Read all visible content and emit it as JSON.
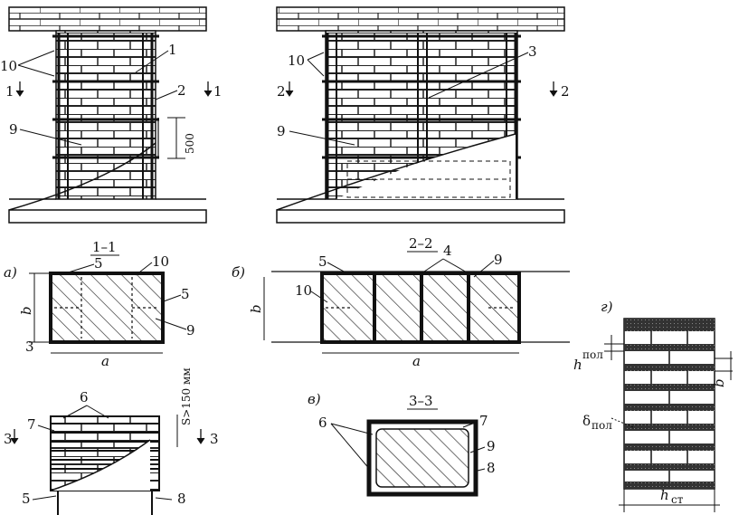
{
  "top_left": {
    "callouts": [
      "10",
      "1",
      "2",
      "9"
    ],
    "section_marks": [
      "1",
      "1"
    ],
    "dimension": "500"
  },
  "top_right": {
    "callouts": [
      "10",
      "3",
      "9"
    ],
    "section_marks": [
      "2",
      "2"
    ]
  },
  "section_a": {
    "letter": "а)",
    "title": "1–1",
    "callouts": [
      "5",
      "10",
      "5",
      "9",
      "3"
    ],
    "dim_b": "b",
    "dim_a": "a"
  },
  "section_b": {
    "letter": "б)",
    "title": "2–2",
    "callouts": [
      "5",
      "4",
      "9",
      "10"
    ],
    "dim_b": "b",
    "dim_a": "a"
  },
  "section_v_elevation": {
    "callouts": [
      "6",
      "7",
      "5",
      "8"
    ],
    "section_marks": [
      "3",
      "3"
    ],
    "dimension": "S>150 мм"
  },
  "section_v": {
    "letter": "в)",
    "title": "3–3",
    "callouts": [
      "6",
      "7",
      "9",
      "8"
    ]
  },
  "section_g": {
    "letter": "г)",
    "h_pol": "h",
    "h_pol_sub": "пол",
    "b_label": "b",
    "delta_pol": "δ",
    "delta_pol_sub": "пол",
    "h_st": "h",
    "h_st_sub": "ст"
  }
}
